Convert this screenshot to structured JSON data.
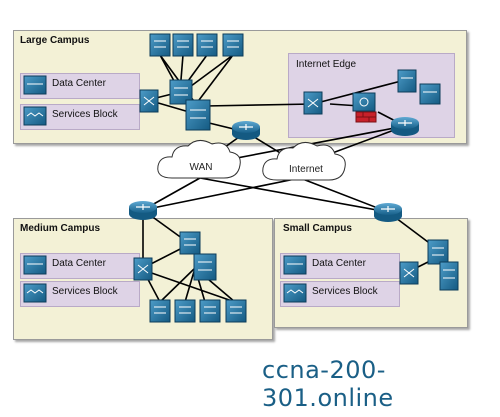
{
  "campuses": {
    "large": {
      "title": "Large Campus",
      "data_center": "Data Center",
      "services_block": "Services Block"
    },
    "internet_edge": {
      "title": "Internet Edge"
    },
    "medium": {
      "title": "Medium Campus",
      "data_center": "Data Center",
      "services_block": "Services Block"
    },
    "small": {
      "title": "Small Campus",
      "data_center": "Data Center",
      "services_block": "Services Block"
    }
  },
  "clouds": {
    "wan": "WAN",
    "internet": "Internet"
  },
  "watermark": "ccna-200-301.online",
  "colors": {
    "campus_bg": "#f3f1d6",
    "block_bg": "#ded3e6",
    "device_blue": "#1f6f9a",
    "firewall_red": "#c8202a",
    "link": "#000000"
  }
}
